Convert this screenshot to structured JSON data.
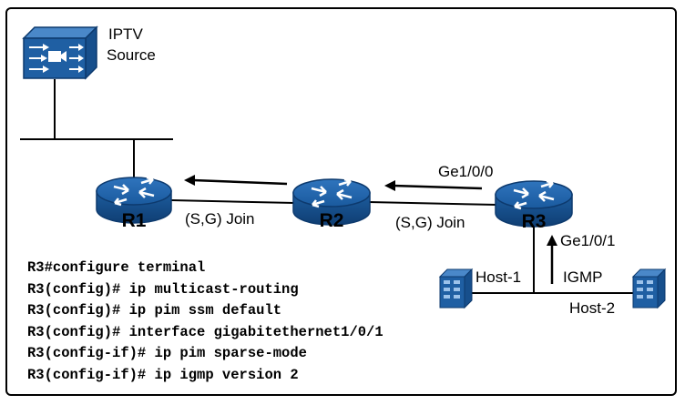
{
  "source": {
    "label_line1": "IPTV",
    "label_line2": "Source"
  },
  "routers": {
    "r1": "R1",
    "r2": "R2",
    "r3": "R3"
  },
  "interfaces": {
    "upstream": "Ge1/0/0",
    "downstream": "Ge1/0/1"
  },
  "messages": {
    "join_r2_r1": "(S,G) Join",
    "join_r3_r2": "(S,G) Join",
    "igmp": "IGMP"
  },
  "hosts": {
    "host1": "Host-1",
    "host2": "Host-2"
  },
  "config_lines": [
    "R3#configure terminal",
    "R3(config)# ip multicast-routing",
    "R3(config)# ip pim ssm default",
    "R3(config)# interface gigabitethernet1/0/1",
    "R3(config-if)# ip pim sparse-mode",
    "R3(config-if)# ip igmp version 2"
  ],
  "colors": {
    "device_blue": "#1f5fa3",
    "device_dark": "#0d3a6e",
    "line": "#000000"
  }
}
